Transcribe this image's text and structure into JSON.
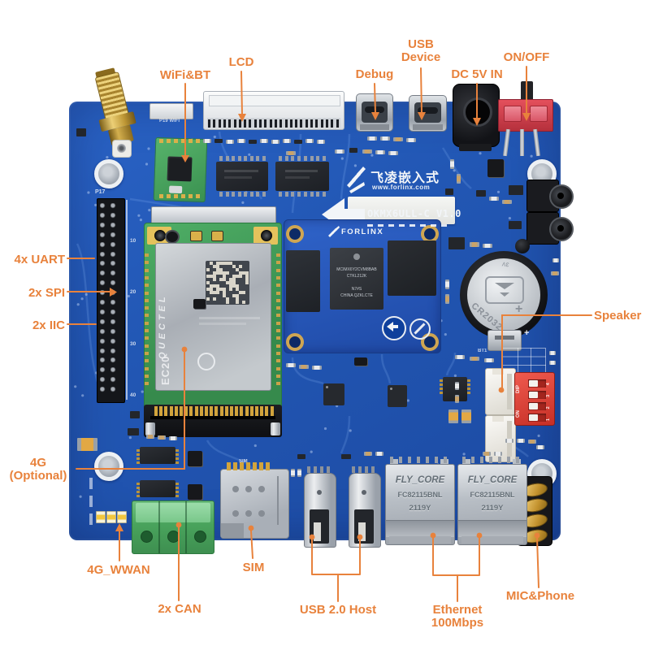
{
  "meta": {
    "accent_color": "#e8823c",
    "board_color": "#2257b4",
    "description": "Annotated product photo of a blue embedded development board"
  },
  "annotations": {
    "wifi_bt": {
      "label": "WiFi&BT"
    },
    "lcd": {
      "label": "LCD"
    },
    "debug": {
      "label": "Debug"
    },
    "usb_device": {
      "label": "USB Device"
    },
    "dc_5v_in": {
      "label": "DC 5V IN"
    },
    "on_off": {
      "label": "ON/OFF"
    },
    "uart": {
      "label": "4x UART"
    },
    "spi": {
      "label": "2x SPI"
    },
    "iic": {
      "label": "2x IIC"
    },
    "speaker": {
      "label": "Speaker"
    },
    "four_g": {
      "label": "4G (Optional)"
    },
    "four_g_wwan": {
      "label": "4G_WWAN"
    },
    "two_can": {
      "label": "2x CAN"
    },
    "sim": {
      "label": "SIM"
    },
    "usb_host": {
      "label": "USB 2.0 Host"
    },
    "ethernet": {
      "label": "Ethernet 100Mbps"
    },
    "mic_phone": {
      "label": "MIC&Phone"
    }
  },
  "board": {
    "brand_cn": "飞凌嵌入式",
    "brand_url": "www.forlinx.com",
    "model": "OKMX6ULL-C V1.0",
    "som_brand": "FORLINX",
    "cpu_line1": "MCIMX6Y2CVM8BAB",
    "cpu_line2": "CTKL212K",
    "cpu_line3": "N7#S",
    "cpu_line4": "CHINA QZKLCTE",
    "modem_brand": "QUECTEL",
    "modem_model": "EC20",
    "battery_model": "CR2032",
    "battery_voltage": "3V",
    "battery_ref": "BT1",
    "eth_brand": "FLY_CORE",
    "eth_part": "FC82115BNL",
    "eth_date": "2119Y",
    "dip_label": "DIP",
    "dip_on": "ON",
    "dip_numbers": "1 2 3 4",
    "header_label": "P17",
    "header_pins": [
      "10",
      "20",
      "30",
      "40"
    ],
    "wifi_conn_label": "P19 WIFI",
    "sim_label": "SIM"
  }
}
